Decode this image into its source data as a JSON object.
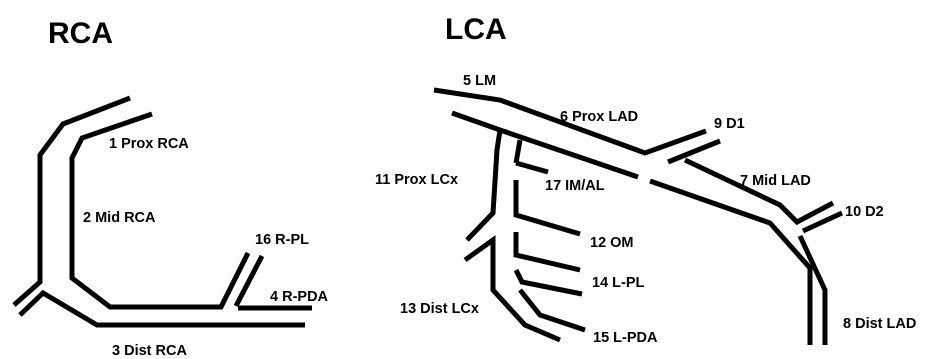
{
  "titles": {
    "rca": "RCA",
    "lca": "LCA"
  },
  "rca_segments": {
    "prox_rca": "1 Prox RCA",
    "mid_rca": "2 Mid RCA",
    "dist_rca": "3 Dist RCA",
    "r_pda": "4 R-PDA",
    "r_pl": "16 R-PL"
  },
  "lca_segments": {
    "lm": "5 LM",
    "prox_lad": "6 Prox LAD",
    "mid_lad": "7 Mid LAD",
    "dist_lad": "8 Dist LAD",
    "d1": "9 D1",
    "d2": "10 D2",
    "prox_lcx": "11 Prox LCx",
    "om": "12 OM",
    "dist_lcx": "13 Dist LCx",
    "l_pl": "14 L-PL",
    "l_pda": "15 L-PDA",
    "im_al": "17 IM/AL"
  }
}
